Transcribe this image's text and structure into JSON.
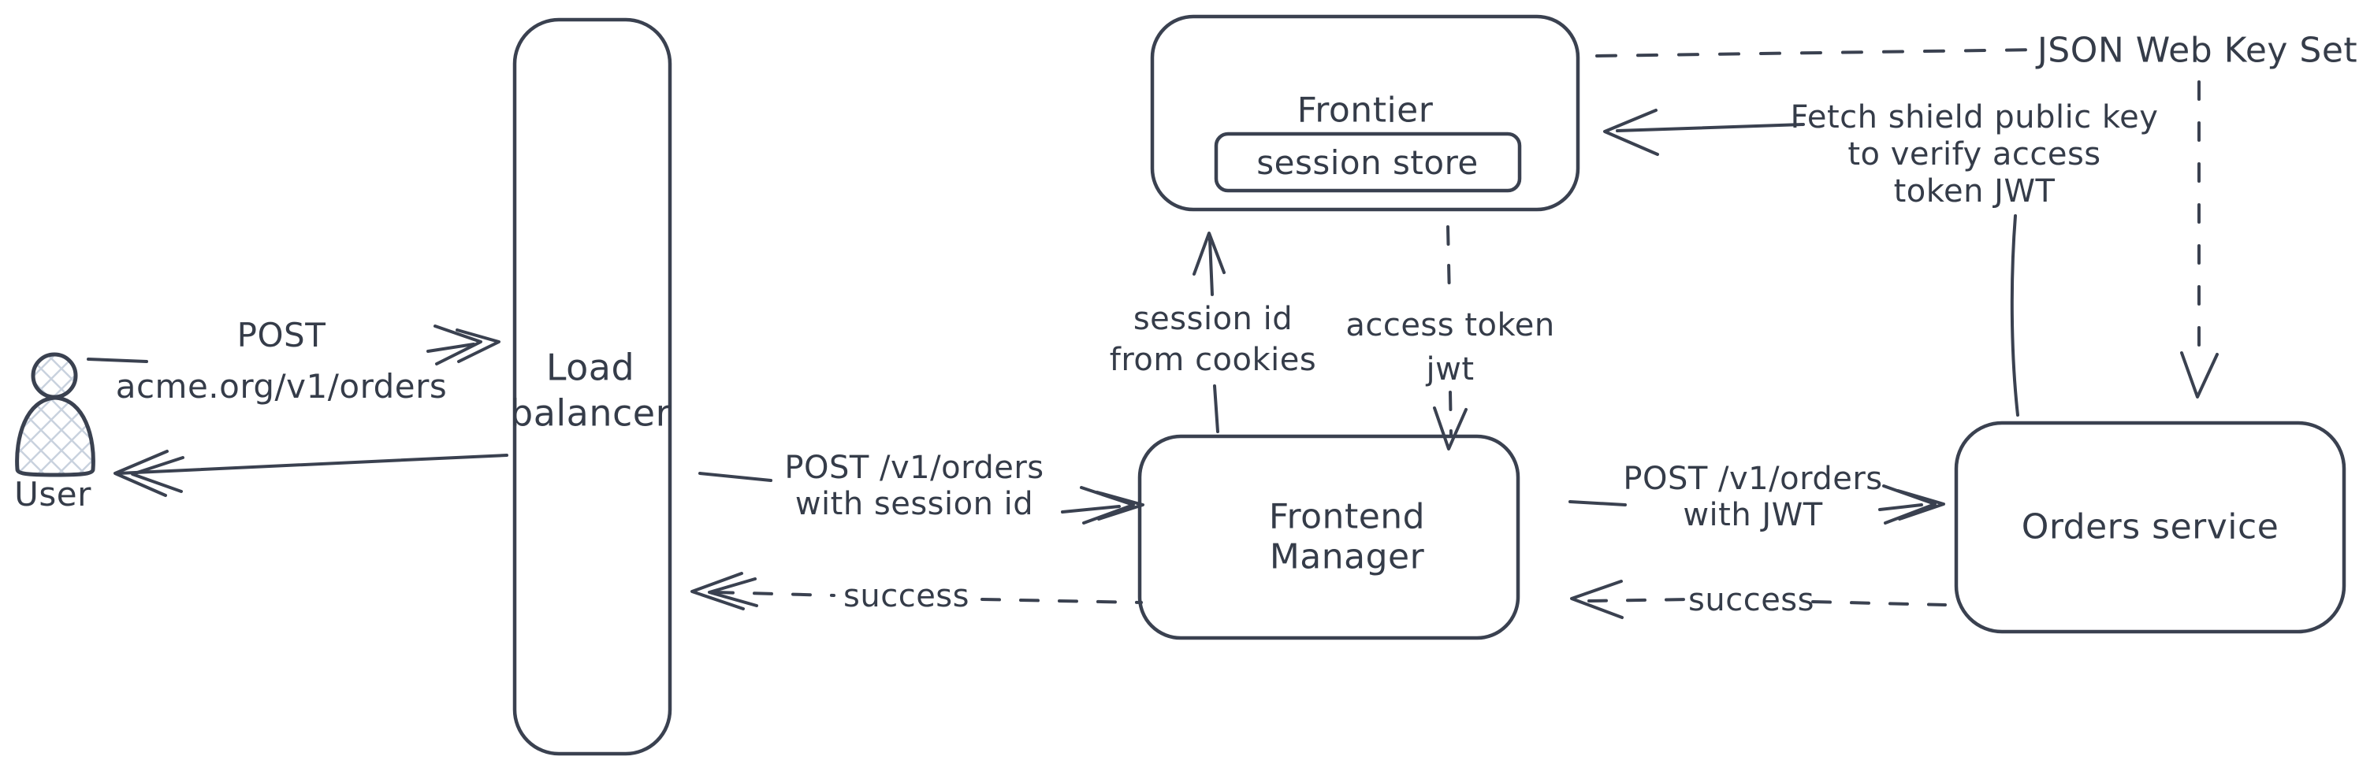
{
  "canvas": {
    "background": "#ffffff",
    "stroke_color": "#3a4150",
    "text_color": "#353c49",
    "hatch_color": "#c9d2de"
  },
  "nodes": {
    "user": {
      "label": "User"
    },
    "load_balancer": {
      "line1": "Load",
      "line2": "balancer"
    },
    "frontier": {
      "label": "Frontier"
    },
    "session_store": {
      "label": "session store"
    },
    "frontend_manager": {
      "line1": "Frontend",
      "line2": "Manager"
    },
    "orders_service": {
      "label": "Orders service"
    },
    "jwks": {
      "label": "JSON Web Key Set"
    }
  },
  "edges": {
    "user_to_lb": {
      "line1": "POST",
      "line2": "acme.org/v1/orders"
    },
    "lb_to_user": {
      "label": ""
    },
    "lb_to_fm": {
      "line1": "POST /v1/orders",
      "line2": "with session id"
    },
    "fm_to_lb_success": {
      "label": "success"
    },
    "fm_to_frontier": {
      "line1": "session id",
      "line2": "from cookies"
    },
    "frontier_to_fm": {
      "line1": "access token",
      "line2": "jwt"
    },
    "fm_to_orders": {
      "line1": "POST /v1/orders",
      "line2": "with JWT"
    },
    "orders_to_fm_success": {
      "label": "success"
    },
    "orders_to_frontier": {
      "line1": "Fetch shield public key",
      "line2": "to verify access",
      "line3": "token JWT"
    }
  }
}
